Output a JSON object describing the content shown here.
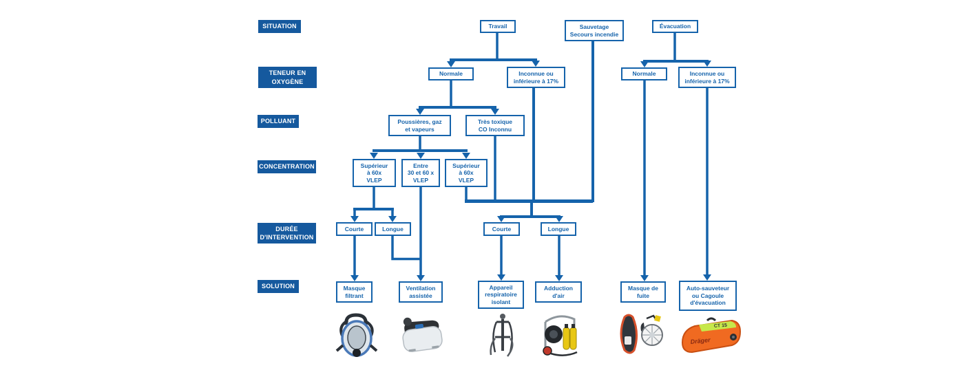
{
  "colors": {
    "primary_blue": "#1563ab",
    "label_background": "#15599e",
    "box_background": "#ffffff"
  },
  "row_labels": {
    "situation": "SITUATION",
    "teneur": "TENEUR EN\nOXYGÈNE",
    "polluant": "POLLUANT",
    "concentration": "CONCENTRATION",
    "duree": "DURÉE\nD'INTERVENTION",
    "solution": "SOLUTION"
  },
  "nodes": {
    "travail": "Travail",
    "sauvetage": "Sauvetage\nSecours incendie",
    "evacuation": "Évacuation",
    "normale_travail": "Normale",
    "inconnue_travail": "Inconnue ou\ninférieure à 17%",
    "normale_evac": "Normale",
    "inconnue_evac": "Inconnue ou\ninférieure à 17%",
    "poussieres": "Poussières, gaz\net vapeurs",
    "tres_toxique": "Très toxique\nCO Inconnu",
    "conc_sup_1": "Supérieur\nà 60x\nVLEP",
    "conc_entre": "Entre\n30 et 60 x\nVLEP",
    "conc_sup_2": "Supérieur\nà 60x\nVLEP",
    "courte_1": "Courte",
    "longue_1": "Longue",
    "courte_2": "Courte",
    "longue_2": "Longue",
    "masque_filtrant": "Masque\nfiltrant",
    "ventilation": "Ventilation\nassistée",
    "appareil": "Appareil\nrespiratoire\nisolant",
    "adduction": "Adduction\nd'air",
    "masque_fuite": "Masque de\nfuite",
    "auto_sauveteur": "Auto-sauveteur\nou Cagoule\nd'évacuation"
  },
  "products": {
    "bag_brand": "Dräger",
    "bag_model": "CT 15",
    "items": [
      {
        "name": "full-face-mask-photo"
      },
      {
        "name": "powered-air-respirator-photo"
      },
      {
        "name": "scba-harness-photo"
      },
      {
        "name": "airline-trolley-photo"
      },
      {
        "name": "escape-mask-photo"
      },
      {
        "name": "rescue-bag-photo"
      }
    ]
  }
}
